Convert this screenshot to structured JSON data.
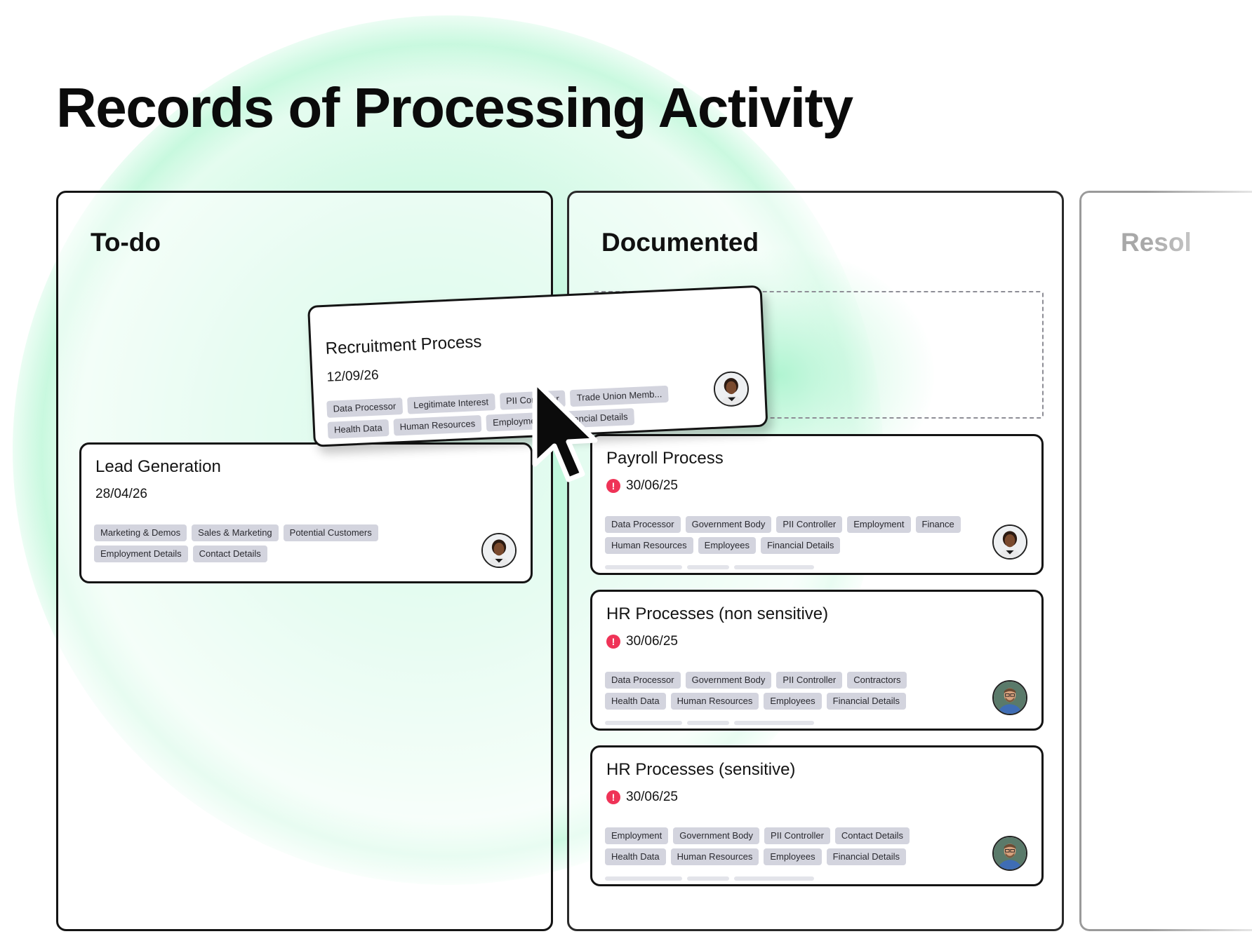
{
  "page": {
    "title": "Records of Processing Activity"
  },
  "columns": {
    "todo": {
      "title": "To-do"
    },
    "documented": {
      "title": "Documented"
    },
    "resolved": {
      "title": "Resol"
    }
  },
  "dragging_card": {
    "title": "Recruitment Process",
    "date": "12/09/26",
    "tags": [
      "Data Processor",
      "Legitimate Interest",
      "PII Controller",
      "Trade Union Memb...",
      "Health Data",
      "Human Resources",
      "Employment",
      "Financial Details"
    ],
    "avatar": "avatar-woman-icon"
  },
  "todo_cards": [
    {
      "title": "Lead Generation",
      "date": "28/04/26",
      "tags": [
        "Marketing & Demos",
        "Sales & Marketing",
        "Potential Customers",
        "Employment Details",
        "Contact Details"
      ],
      "avatar": "avatar-woman-icon"
    }
  ],
  "documented_cards": [
    {
      "title": "Payroll Process",
      "date": "30/06/25",
      "alert": "!",
      "tags": [
        "Data Processor",
        "Government Body",
        "PII Controller",
        "Employment",
        "Finance",
        "Human Resources",
        "Employees",
        "Financial Details"
      ],
      "avatar": "avatar-woman-icon"
    },
    {
      "title": "HR Processes (non sensitive)",
      "date": "30/06/25",
      "alert": "!",
      "tags": [
        "Data Processor",
        "Government Body",
        "PII Controller",
        "Contractors",
        "Health Data",
        "Human Resources",
        "Employees",
        "Financial Details"
      ],
      "avatar": "avatar-man-icon"
    },
    {
      "title": "HR Processes (sensitive)",
      "date": "30/06/25",
      "alert": "!",
      "tags": [
        "Employment",
        "Government Body",
        "PII Controller",
        "Contact Details",
        "Health Data",
        "Human Resources",
        "Employees",
        "Financial Details"
      ],
      "avatar": "avatar-man-icon"
    }
  ],
  "colors": {
    "accent_green": "#a8f5cf",
    "alert_red": "#ef3357",
    "tag_bg": "#d3d4de",
    "border": "#141414"
  }
}
